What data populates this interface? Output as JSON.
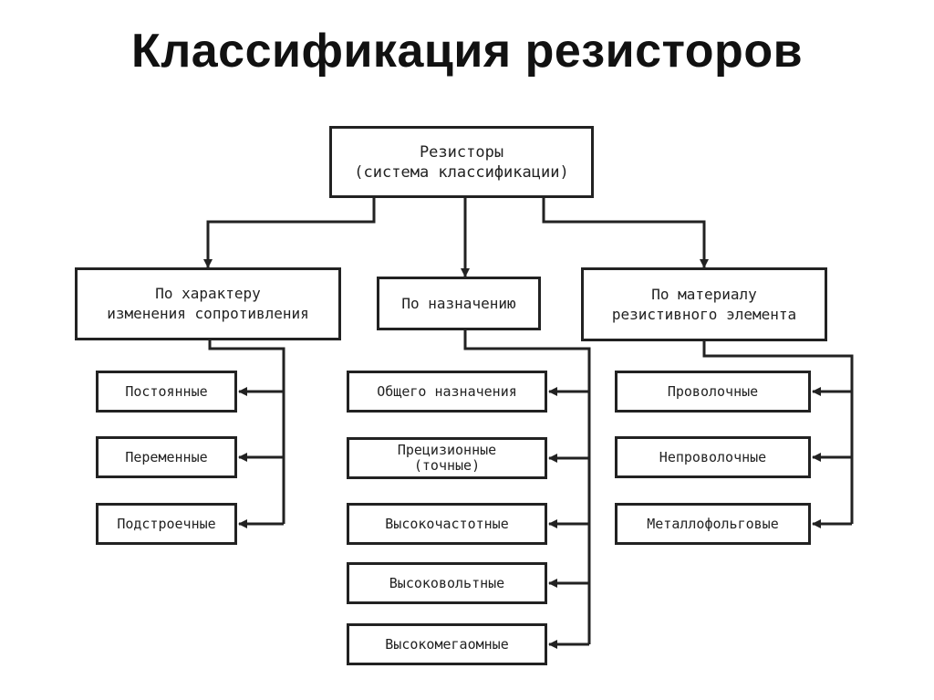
{
  "title": "Классификация резисторов",
  "root": "Резисторы\n(система классификации)",
  "categories": {
    "resistance_change": {
      "label": "По характеру\nизменения сопротивления",
      "items": [
        "Постоянные",
        "Переменные",
        "Подстроечные"
      ]
    },
    "purpose": {
      "label": "По назначению",
      "items": [
        "Общего назначения",
        "Прецизионные\n(точные)",
        "Высокочастотные",
        "Высоковольтные",
        "Высокомегаомные"
      ]
    },
    "material": {
      "label": "По материалу\nрезистивного элемента",
      "items": [
        "Проволочные",
        "Непроволочные",
        "Металлофольговые"
      ]
    }
  }
}
